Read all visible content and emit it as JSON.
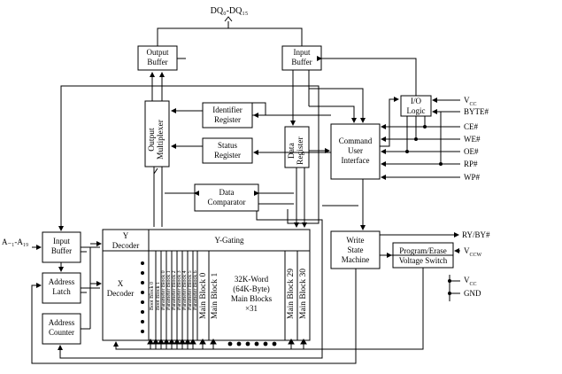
{
  "bus": {
    "label": "DQ₀-DQ₁₅"
  },
  "blocks": {
    "output_buffer": [
      "Output",
      "Buffer"
    ],
    "input_buffer_top": [
      "Input",
      "Buffer"
    ],
    "io_logic": [
      "I/O",
      "Logic"
    ],
    "identifier_register": [
      "Identifier",
      "Register"
    ],
    "status_register": [
      "Status",
      "Register"
    ],
    "output_multiplexer": [
      "Output",
      "Multiplexer"
    ],
    "data_register": [
      "Data",
      "Register"
    ],
    "cui": [
      "Command",
      "User",
      "Interface"
    ],
    "data_comparator": [
      "Data",
      "Comparator"
    ],
    "y_decoder": [
      "Y",
      "Decoder"
    ],
    "y_gating": "Y-Gating",
    "x_decoder": [
      "X",
      "Decoder"
    ],
    "input_buffer_left": [
      "Input",
      "Buffer"
    ],
    "address_latch": [
      "Address",
      "Latch"
    ],
    "address_counter": [
      "Address",
      "Counter"
    ],
    "wsm": [
      "Write",
      "State",
      "Machine"
    ],
    "pe_switch": [
      "Program/Erase",
      "Voltage Switch"
    ],
    "main_block_0": "Main Block 0",
    "main_block_1": "Main Block 1",
    "main_block_29": "Main Block 29",
    "main_block_30": "Main Block 30",
    "main_blocks_text": [
      "32K-Word",
      "(64K-Byte)",
      "Main Blocks",
      "×31"
    ],
    "param_blocks": [
      "Boot Block 0",
      "Boot Block 1",
      "Parameter Block 0",
      "Parameter Block 1",
      "Parameter Block 2",
      "Parameter Block 3",
      "Parameter Block 4",
      "Parameter Block 5",
      "Parameter Block 6"
    ]
  },
  "signals": {
    "address": "A₋₁-A₁₉",
    "vcc_top": "V",
    "vcc_top_sub": "CC",
    "byte": "BYTE#",
    "ce": "CE#",
    "we": "WE#",
    "oe": "OE#",
    "rp": "RP#",
    "wp": "WP#",
    "ry": "RY/BY#",
    "vccw": "V",
    "vccw_sub": "CCW",
    "vcc_bottom": "V",
    "vcc_bottom_sub": "CC",
    "gnd": "GND"
  }
}
